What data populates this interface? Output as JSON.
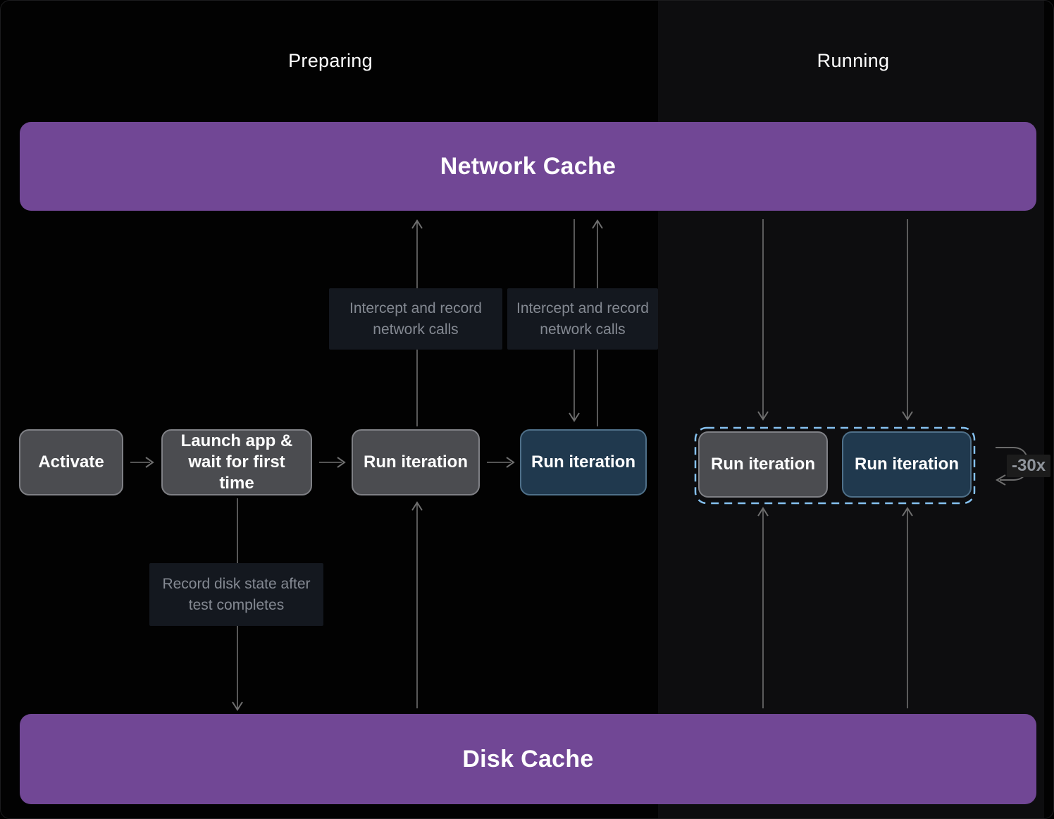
{
  "sections": {
    "preparing": {
      "label": "Preparing"
    },
    "running": {
      "label": "Running"
    }
  },
  "caches": {
    "network": {
      "label": "Network Cache"
    },
    "disk": {
      "label": "Disk Cache"
    }
  },
  "nodes": {
    "activate": {
      "label": "Activate"
    },
    "launch": {
      "label": "Launch app & wait for first time"
    },
    "run_iteration_1": {
      "label": "Run iteration"
    },
    "run_iteration_2": {
      "label": "Run iteration"
    },
    "run_iteration_3": {
      "label": "Run iteration"
    },
    "run_iteration_4": {
      "label": "Run iteration"
    }
  },
  "annotations": {
    "intercept_record_1": {
      "text": "Intercept and record network calls"
    },
    "intercept_record_2": {
      "text": "Intercept and record network calls"
    },
    "record_disk_state": {
      "text": "Record disk state after test completes"
    },
    "loop_count": {
      "text": "-30x"
    }
  },
  "colors": {
    "background": "#020202",
    "running_panel": "#0d0d0f",
    "cache_purple": "#714795",
    "node_gray": "#4b4c50",
    "node_gray_border": "#7f8085",
    "node_blue": "#20394e",
    "node_blue_border": "#4f7089",
    "annotation_bg": "#14181f",
    "annotation_text": "#848992",
    "arrow": "#6f6f6f",
    "dashed_border": "#85c1f0",
    "text": "#ffffff"
  }
}
